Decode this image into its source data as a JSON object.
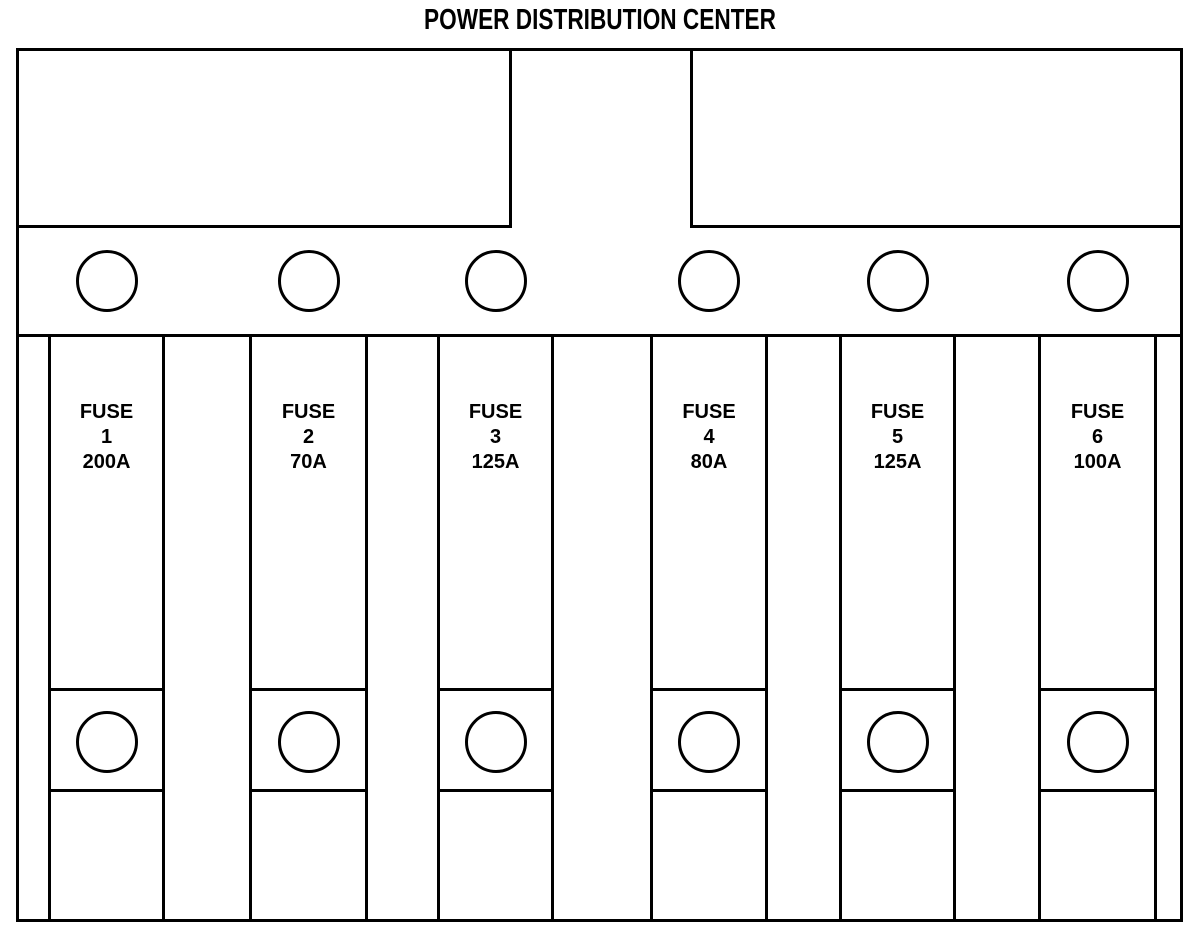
{
  "title": "POWER DISTRIBUTION CENTER",
  "diagram": {
    "type": "fuse-box-diagram",
    "fuse_count": 6,
    "fuses": [
      {
        "name": "FUSE",
        "number": "1",
        "rating": "200A"
      },
      {
        "name": "FUSE",
        "number": "2",
        "rating": "70A"
      },
      {
        "name": "FUSE",
        "number": "3",
        "rating": "125A"
      },
      {
        "name": "FUSE",
        "number": "4",
        "rating": "80A"
      },
      {
        "name": "FUSE",
        "number": "5",
        "rating": "125A"
      },
      {
        "name": "FUSE",
        "number": "6",
        "rating": "100A"
      }
    ],
    "colors": {
      "line": "#000000",
      "text": "#000000",
      "background": "#ffffff"
    }
  }
}
